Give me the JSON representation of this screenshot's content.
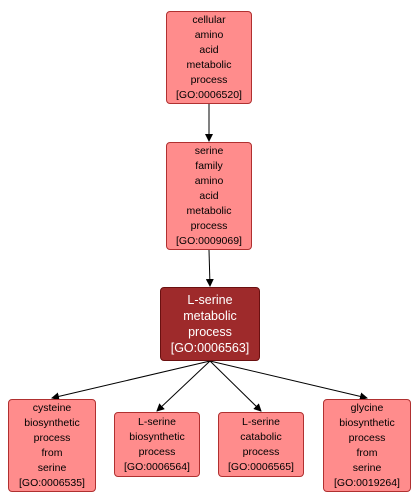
{
  "colors": {
    "node_fill": "#ff8c8c",
    "focus_fill": "#9e2a2b",
    "edge": "#000000"
  },
  "nodes": [
    {
      "id": "go_0006520",
      "lines": [
        "cellular",
        "amino",
        "acid",
        "metabolic",
        "process",
        "[GO:0006520]"
      ]
    },
    {
      "id": "go_0009069",
      "lines": [
        "serine",
        "family",
        "amino",
        "acid",
        "metabolic",
        "process",
        "[GO:0009069]"
      ]
    },
    {
      "id": "go_0006563",
      "lines": [
        "L-serine",
        "metabolic",
        "process",
        "[GO:0006563]"
      ],
      "focus": true
    },
    {
      "id": "go_0006535",
      "lines": [
        "cysteine",
        "biosynthetic",
        "process",
        "from",
        "serine",
        "[GO:0006535]"
      ]
    },
    {
      "id": "go_0006564",
      "lines": [
        "L-serine",
        "biosynthetic",
        "process",
        "[GO:0006564]"
      ]
    },
    {
      "id": "go_0006565",
      "lines": [
        "L-serine",
        "catabolic",
        "process",
        "[GO:0006565]"
      ]
    },
    {
      "id": "go_0019264",
      "lines": [
        "glycine",
        "biosynthetic",
        "process",
        "from",
        "serine",
        "[GO:0019264]"
      ]
    }
  ],
  "edges": [
    {
      "from": "go_0006520",
      "to": "go_0009069"
    },
    {
      "from": "go_0009069",
      "to": "go_0006563"
    },
    {
      "from": "go_0006563",
      "to": "go_0006535"
    },
    {
      "from": "go_0006563",
      "to": "go_0006564"
    },
    {
      "from": "go_0006563",
      "to": "go_0006565"
    },
    {
      "from": "go_0006563",
      "to": "go_0019264"
    }
  ]
}
